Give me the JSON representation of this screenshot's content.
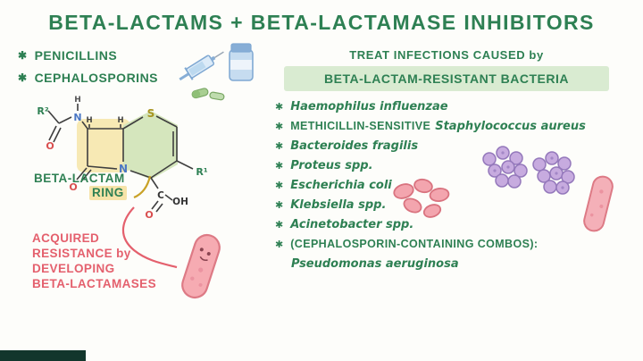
{
  "glyphs": {
    "bullet": "✱"
  },
  "title": "BETA-LACTAMS + BETA-LACTAMASE INHIBITORS",
  "left": {
    "drug_classes": [
      "PENICILLINS",
      "CEPHALOSPORINS"
    ],
    "structure": {
      "r_amide": "R²",
      "h_amide": "H",
      "n_amide": "N",
      "o_amide": "O",
      "h_stereo_left": "H",
      "h_stereo_right": "H",
      "s": "S",
      "n_ring": "N",
      "o_lactam": "O",
      "r1": "R¹",
      "c_acid": "C",
      "oh_acid": "OH",
      "o_acid": "O"
    },
    "ring_label": {
      "line1": "BETA-LACTAM",
      "line2": "RING"
    },
    "resistance_note": [
      "ACQUIRED",
      "RESISTANCE by",
      "DEVELOPING",
      "BETA-LACTAMASES"
    ]
  },
  "right": {
    "heading": "TREAT INFECTIONS CAUSED by",
    "highlight": "BETA-LACTAM-RESISTANT BACTERIA",
    "bacteria": [
      {
        "prefix": "",
        "name": "Haemophilus influenzae"
      },
      {
        "prefix": "METHICILLIN-SENSITIVE",
        "name": "Staphylococcus aureus"
      },
      {
        "prefix": "",
        "name": "Bacteroides fragilis"
      },
      {
        "prefix": "",
        "name": "Proteus spp."
      },
      {
        "prefix": "",
        "name": "Escherichia coli"
      },
      {
        "prefix": "",
        "name": "Klebsiella spp."
      },
      {
        "prefix": "",
        "name": "Acinetobacter spp."
      },
      {
        "prefix": "(CEPHALOSPORIN-CONTAINING COMBOS):",
        "name": ""
      }
    ],
    "combo_species": "Pseudomonas aeruginosa"
  },
  "colors": {
    "green": "#2e8053",
    "red": "#e4606d",
    "green_highlight": "#d9ebd1",
    "yellow_highlight": "#f7e9b4",
    "ring_green_highlight": "#d5e6bd",
    "bacteria_pink": "#f4a9b1",
    "cocci_purple": "#c7abdf"
  }
}
